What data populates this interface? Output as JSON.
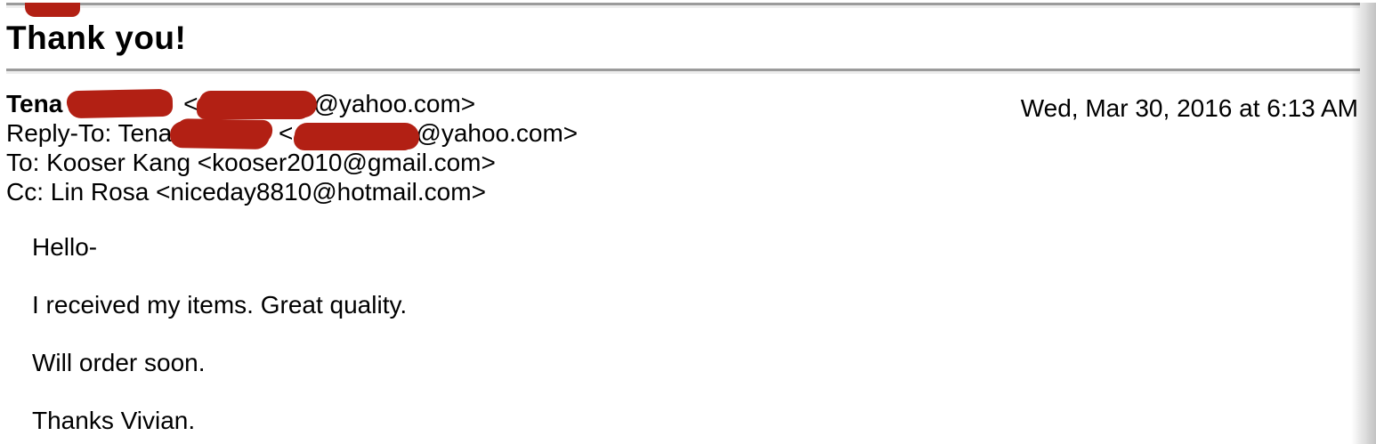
{
  "email": {
    "subject": "Thank you!",
    "date": "Wed, Mar 30, 2016 at 6:13 AM",
    "from": {
      "name": "Tena",
      "bracket": "<",
      "domain": "@yahoo.com>"
    },
    "reply_to": {
      "label": "Reply-To: Tena",
      "bracket": "<",
      "domain": "@yahoo.com>"
    },
    "to": "To: Kooser Kang <kooser2010@gmail.com>",
    "cc": "Cc: Lin Rosa <niceday8810@hotmail.com>",
    "body": [
      "Hello-",
      "I received my items. Great quality.",
      "Will order soon.",
      "Thanks Vivian."
    ],
    "redaction_color": "#b22014"
  }
}
